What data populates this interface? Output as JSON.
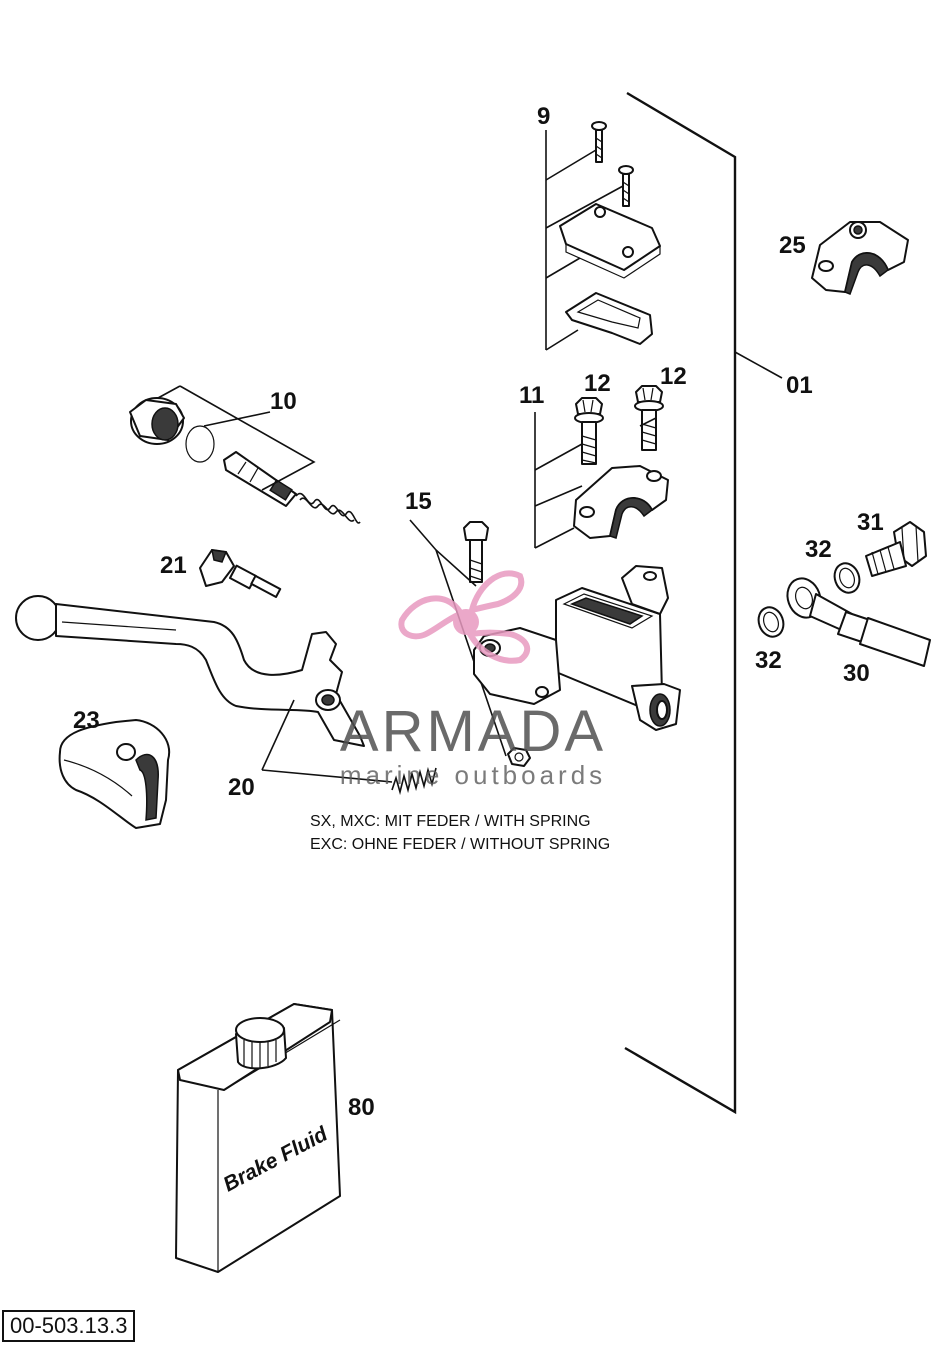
{
  "labels": {
    "p01": "01",
    "p09": "9",
    "p10": "10",
    "p11": "11",
    "p12a": "12",
    "p12b": "12",
    "p15": "15",
    "p20": "20",
    "p21": "21",
    "p23": "23",
    "p25": "25",
    "p30": "30",
    "p31": "31",
    "p32a": "32",
    "p32b": "32",
    "p80": "80"
  },
  "notes": {
    "line1": "SX, MXC: MIT FEDER / WITH SPRING",
    "line2": "EXC: OHNE FEDER / WITHOUT SPRING"
  },
  "container_label": "Brake Fluid",
  "doc_code": "00-503.13.3",
  "watermark": {
    "title": "ARMADA",
    "subtitle": "marine outboards",
    "accent_color": "#e89ac0"
  }
}
